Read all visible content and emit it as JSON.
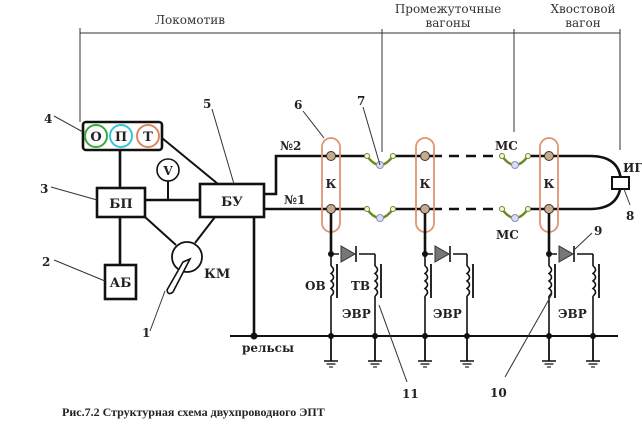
{
  "headers": {
    "locomotive": "Локомотив",
    "intermediate_line1": "Промежуточные",
    "intermediate_line2": "вагоны",
    "tail_line1": "Хвостовой",
    "tail_line2": "вагон"
  },
  "blocks": {
    "opt_o": "О",
    "opt_p": "П",
    "opt_t": "Т",
    "power_supply": "БП",
    "battery": "АБ",
    "control_unit": "БУ",
    "voltmeter": "V",
    "controller": "КМ",
    "coupler": "К",
    "end_insulator": "ИГ"
  },
  "wires": {
    "wire2": "№2",
    "wire1": "№1",
    "rails": "рельсы",
    "connection_sleeve_top": "МС",
    "connection_sleeve_bottom": "МС"
  },
  "valve": {
    "release_coil": "ОВ",
    "brake_coil": "ТВ",
    "valve_label": "ЭВР"
  },
  "callouts": [
    "1",
    "2",
    "3",
    "4",
    "5",
    "6",
    "7",
    "8",
    "9",
    "10",
    "11"
  ],
  "colors": {
    "opt_o": "#3aa83a",
    "opt_p": "#3bc4d8",
    "opt_t": "#d98a5a",
    "coupler_outline": "#e0956e",
    "sleeve_arc": "#6b8a22",
    "contact_fill": "#c8a98a"
  },
  "caption": "Рис.7.2 Структурная схема двухпроводного ЭПТ"
}
